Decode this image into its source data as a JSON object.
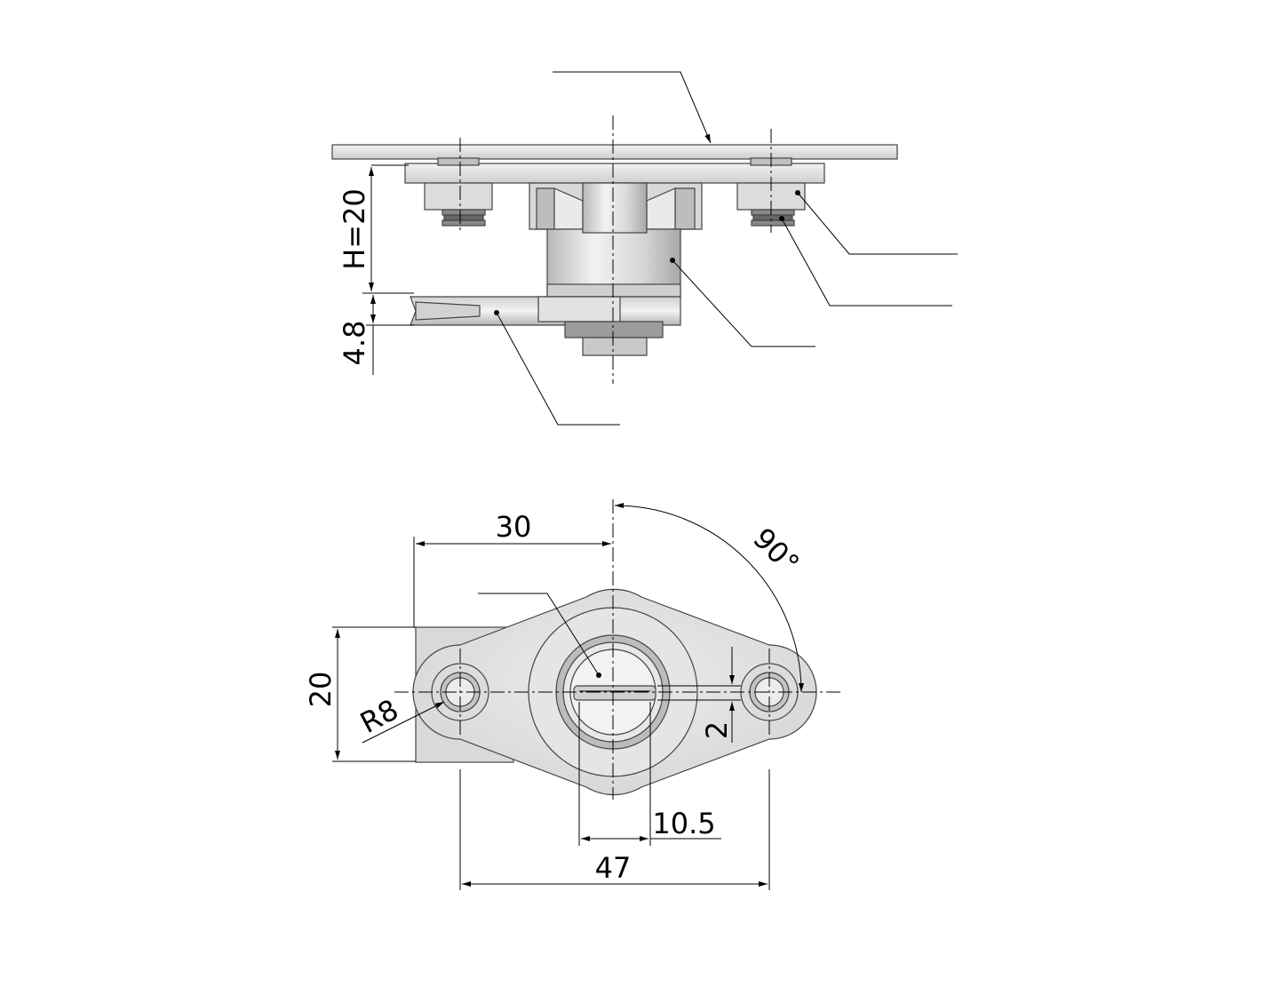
{
  "colors": {
    "line": "#000000",
    "metal_light": "#e6e6e6",
    "metal_mid": "#cfcfcf",
    "metal_dark": "#9a9a9a",
    "metal_outline": "#444444"
  },
  "dimensions": {
    "height": "H=20",
    "cam_thickness": "4.8",
    "offset": "30",
    "angle": "90°",
    "width": "20",
    "radius": "R8",
    "slot": "2",
    "key": "10.5",
    "hole_spacing": "47"
  }
}
